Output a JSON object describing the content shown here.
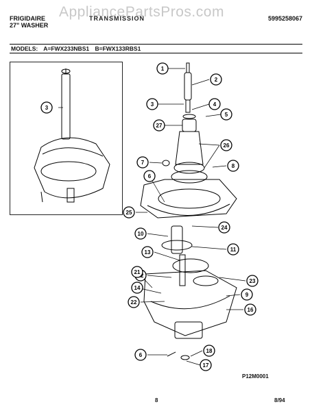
{
  "header": {
    "brand": "FRIGIDAIRE",
    "product": "27\" WASHER",
    "title": "TRANSMISSION",
    "part_number": "5995258067"
  },
  "watermark": "AppliancePartsPros.com",
  "models": {
    "label": "MODELS:",
    "a": "A=FWX233NBS1",
    "b": "B=FWX133RBS1"
  },
  "callouts": [
    "1",
    "2",
    "3",
    "4",
    "5",
    "27",
    "26",
    "7",
    "8",
    "6",
    "25",
    "24",
    "10",
    "11",
    "13",
    "12",
    "21",
    "23",
    "9",
    "14",
    "22",
    "16",
    "6",
    "18",
    "17",
    "3"
  ],
  "footer": {
    "figure_code": "P12M0001",
    "page": "8",
    "date": "8/94"
  }
}
